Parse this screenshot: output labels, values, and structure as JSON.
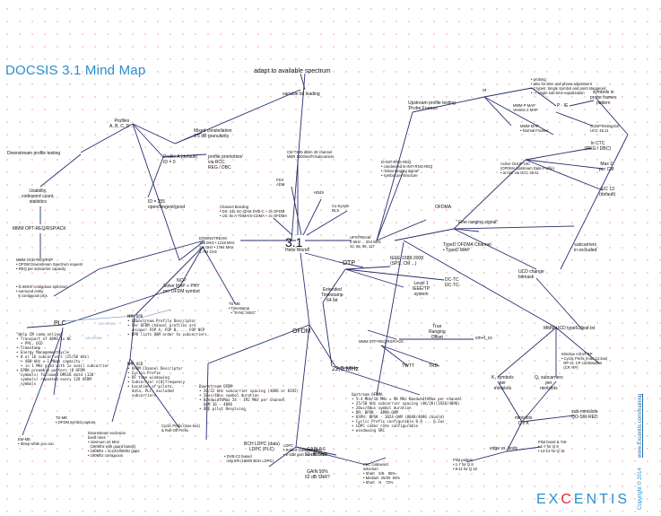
{
  "title": "DOCSIS 3.1 Mind Map",
  "center": {
    "label": "3.1",
    "sub": "Hello World!"
  },
  "nodes": {
    "adapt": "adapt to available spectrum",
    "variable_bit_loading": "variable bit loading",
    "profiles": "Profiles\nA, B, C, D ...",
    "mixed_constellation": "Mixed constellation\n1.5 dB granularity",
    "downstream_profile_testing": "Downstream profile testing",
    "profile_a_default": "Profile A (default)\nID = 0",
    "profile_promotion": "profile promotion/\nvia RCC\nREG / DBC",
    "usability": "Usability,\ncodeword count,\nstatistics",
    "id_255": "ID = 255\nopen/longest/good",
    "mmm_opt": "MMM OPT-REQ/RSP/ACK",
    "mmm_ocd": "MMM OCD-REQ/RSP\n• OFDM Downstream Spectrum request\n• REQ per subcarrier capacity",
    "in_6mhz": "• in 6MHz contiguous spectrum\n• surround entity\n  6 contiguous plcs",
    "cm_tx": "CM TX45 dB/m 40 channel\nMER 1000ms/Fr/subcarriers",
    "channel_bonding": "Channel Bonding\n• DS: 24x SC-QAM DVB-C + 2x OFDM\n• US: 8x A-TDMA/S-CDMA + 2x OFDMA",
    "fdx": "FDX\nADM",
    "hdds": "HDdS",
    "chirp": "Cu-Kyoyle\nDLS",
    "downstream": "DOWNSTREAM\n108 MHz • 1218 MHz\n2.5 GHz • 1794 MHz\n1.794 GHz",
    "upstream": "UPSTREAM\n5 MHz ... 204 MHz\n42, 65, 85, 117",
    "ncp": "NCP\nSolve MAP + PHY\nper OFDM symbol",
    "ts_me": "TS-ME\n• Timestamp\n  • \"SYNC MSG\"",
    "plc": "PLC",
    "plc_details": "\"Help CM come online\"\n• Transport of 4096 1x NC\n  • PPL, OCD\n• Timestamp\n• Energy ManagementCycle\n• 8 or 16 subcarriers (25/50 kHz)\n  • 400 kHz = 1 Mbps capacity\n  • in 1 MHz grid with 1x avail subcarrier\n• EPBK preamble pattern (8 OFDM\n  symbols) followed DMS16 data (128\n  symbols) repeated every 128 OFDM\n  symbols",
    "mmm_dpd": "MMM DPD\n• Downstream Profile Descriptor\n• Per OFDM channel profiles are\n  unique! FOP A, FOP B, ... FOP NCP\n• DPD lists QAM order to subcarriers",
    "mmm_ocd2": "MMM OCD\n• OFDM Channel Descriptor\n• Cyclic Prefix\n• RF time windowing\n• Subcarrier n[0]frequency\n• Location of pilots,\n  data, PLC, excluded\n  subcarriers",
    "ts_me2": "TS-ME\n• OFDM symbol capture",
    "em_me": "EM-ME\n• Sleep while you can",
    "ds_exclusion": "Downstream exclusion\nband rules\n• minimum 22 MHz\n  (190Mhz with guard bands)\n• 190Mhz = sc22/100Mhz gaps\n• 190Mhz contiguous",
    "cyclic_prefix_ds": "Cyclic Prefix (max 5us)\n& Roll-Off Prefix",
    "ofdm": "OFDM",
    "downstream_ofdm": "Downstream OFDM\n• 20/22 kHz subcarrier spacing (4096 or 8192)\n• 20us/40us symbol duration\n• BandwidthMax 24 - 192 MHz per channel\n  QAM 16 - 4096\n• ODE pilot Resolving",
    "mmm_dtp": "MMM DTP-REQ/RSP/ACK",
    "dtp": "DTP",
    "extended_ts": "Extended\nTimestamp\n64 bit",
    "true_ranging": "True\nRanging\nOffset",
    "cm_tofs": "cm+t_cs",
    "twtt": "TWTT",
    "trd": "TRD",
    "khz_22_5": "22,5 MHz",
    "ieee": "IEEE-1588-2008\n(SPS, CM ...)",
    "level2": "Level 1\nIEEE/TP\nsystem",
    "dcsl": "DC-TC\nDC-TC",
    "upstream_profile_testing": "Upstream profile testing\n'Probe Frames'",
    "or": "or",
    "probing": "• probing:\n• also for time and phase adjustment\n• 2 types: Single Symbol and point staggered\n• -> single sub-time-equalization",
    "mmm_p_map": "MMM P-MAP\nVersion 2 MAP",
    "p_ie": "P - IE",
    "symbols_in_probe": "symbols in\nprobe frames\npattern",
    "mmm_map": "MMM MAP\n• Normal Frames",
    "ofdm_testing": "OUDPTesting310\nUCC 45.11",
    "in_ctc": "In CTC\n(REG / DBC)",
    "d_init": "D-INIT-RNG-REQ\n• condensed B-INIT-RNG-REQ\n• \"initial ranging signal\"\n• symbol per structure",
    "active_ouup": "Active OUUP UIC\n(OFDMA Upstream Data Profile)\n• at IUC via UCC 45.11",
    "max_2_per_cm": "Max 2\nper CM",
    "iuc13": "IUC 13\n(default)",
    "ofdma": "OFDMA",
    "fine_ranging": "\" Fine ranging signal\"",
    "typical_ofdma": "TypeD OFDMA Channel\n• TypeD MAP",
    "ucd_change": "UCD change\nbitmask",
    "subcarriers_in_excluded": "subcarriers\nin excluded",
    "mmm_ucd": "MMM UCD type51/leaf.txt",
    "window_roll_off": "Window roll-off RP\n• Cyclic Prefix (max 13.3us)\n  RP vs. CP combination\n  (CP, RP)",
    "k1_symbols": "K₁ symbols\nper\nminislots",
    "q_subcarriers": "Q₁ subcarriers\nper\nminislots",
    "minislots": "minislots\nQ x K",
    "sub_minislots": "sub-minislots\nQO-SW-RED",
    "edge_vs_body": "edge vs. body",
    "pilot_pattern_a": "Pilot pattern\n• 1-7 for Q 8\n• 8-11 for Q 16",
    "pilot_boost": "Pilot boost & 7x8\n• 1-7 for Q 8\n• 13-14 for Q 16",
    "upstream_ofdma": "Upstream OFDMA\n• 5.4 MHz/10 MHz = 96 MHz BandwidthMax per channel\n• 25/50 kHz subcarrier spacing (4K/2K)(1920/4096)\n• 20us/40us symbol duration\n• DH: BPSK - 4096-QAM\n• USPH: BPSK - 1024-QAM (8048/4096 cGoald)\n• Cyclic Prefix configurable 0.9 ... 6.2us\n• LDPC codes rate configurable\n• windowing SRC",
    "fec_codeword": "FEC codeword\nselection\n• Short    5/6    85%\n• Medium  25/30  83%\n• Short    N    72%",
    "ldpc": "LDPC\n• Robert Gallager 1960\n• 2-3dB gain over RS-FEC",
    "bch_ldpc": "BCH LDPC (data)\nLDPC (PLC)",
    "bch_details": "• DVB-C2 based\n  only 8/9 (16000 BCH LDPC)",
    "gain_6": "GAIN 0.6\n53 dB SNR",
    "gain_50": "GAIN 50%\n62 dB SNR?"
  },
  "edge_labels": {
    "ds_ofdm": "DS-OFDM",
    "up_ofdm": "US-OFDM"
  },
  "logo": {
    "pre": "EX",
    "x": "C",
    "post": "ENTIS"
  },
  "copyright": "Copyright © 2014",
  "weblink": "www.Excentis.com/training",
  "colors": {
    "accent": "#2a8fcf",
    "brand_red": "#e8262a",
    "line": "#2b2f6e",
    "dots": "#e8262a"
  }
}
